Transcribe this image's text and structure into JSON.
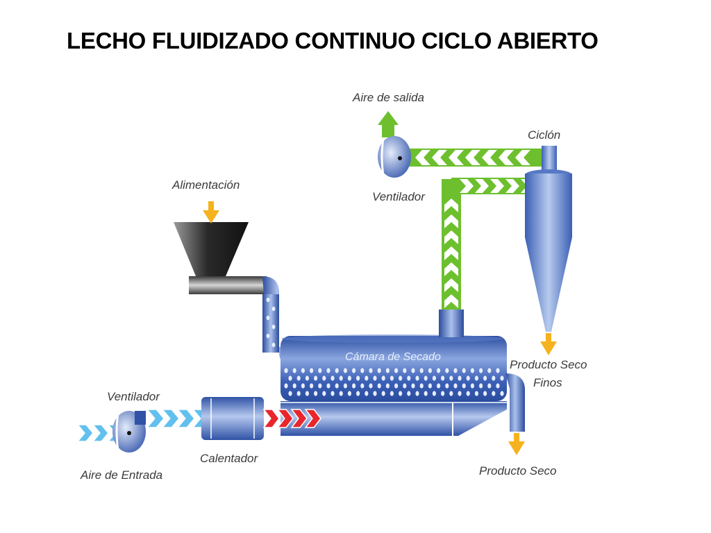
{
  "title": "LECHO FLUIDIZADO CONTINUO CICLO ABIERTO",
  "labels": {
    "aire_salida": "Aire de salida",
    "ciclon": "Ciclón",
    "ventilador_top": "Ventilador",
    "alimentacion": "Alimentación",
    "camara": "Cámara de Secado",
    "producto_finos_1": "Producto Seco",
    "producto_finos_2": "Finos",
    "ventilador_bottom": "Ventilador",
    "aire_entrada": "Aire de Entrada",
    "calentador": "Calentador",
    "producto_seco": "Producto Seco"
  },
  "colors": {
    "vessel_blue": "#3f63b3",
    "flow_green": "#7cc63a",
    "inlet_air": "#62c0ee",
    "hot_air": "#e8262c",
    "product_arrow": "#f5b21e",
    "hopper": "#2a2a2a"
  }
}
